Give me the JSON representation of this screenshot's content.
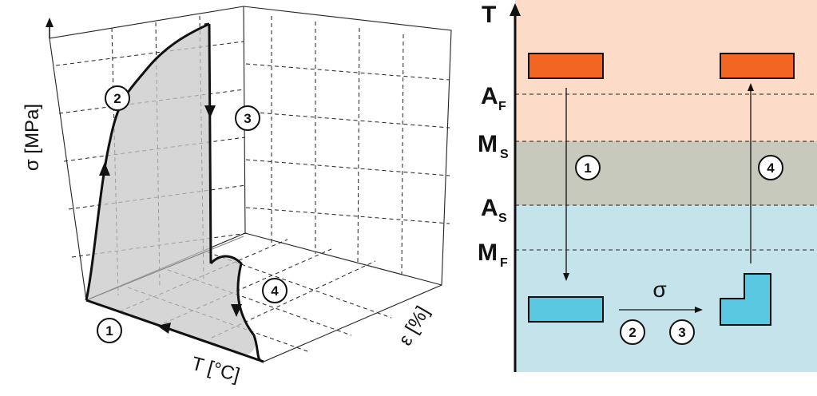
{
  "left_diagram": {
    "y_axis_label": "σ [MPa]",
    "x_axis_label": "T [°C]",
    "z_axis_label": "ε [%]",
    "steps": [
      "1",
      "2",
      "3",
      "4"
    ]
  },
  "right_diagram": {
    "t_axis_label": "T",
    "temperature_levels": [
      {
        "main": "A",
        "sub": "F"
      },
      {
        "main": "M",
        "sub": "S"
      },
      {
        "main": "A",
        "sub": "S"
      },
      {
        "main": "M",
        "sub": "F"
      }
    ],
    "stress_symbol": "σ",
    "steps": [
      "1",
      "2",
      "3",
      "4"
    ],
    "colors": {
      "austenite_zone": "#fcdcc8",
      "transition_zone": "#c6c9bb",
      "martensite_zone": "#c5e3ea",
      "austenite_block": "#f26522",
      "martensite_block": "#5ac8e0"
    }
  }
}
